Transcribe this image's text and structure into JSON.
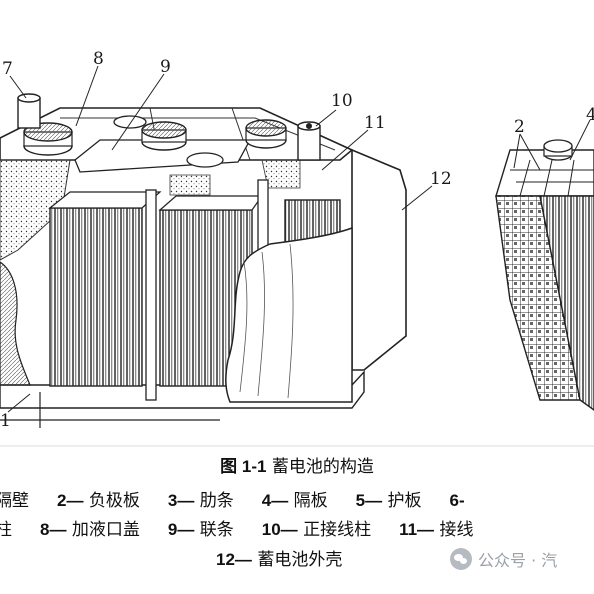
{
  "figure": {
    "callouts": {
      "c2": "2",
      "c4": "4",
      "c7": "7",
      "c8": "8",
      "c9": "9",
      "c10": "10",
      "c11": "11",
      "c12": "12",
      "c1": "1"
    }
  },
  "caption": {
    "fig_no": "图 1-1",
    "title": "蓄电池的构造"
  },
  "legend": {
    "row1": [
      {
        "num": "",
        "label": "板隔壁"
      },
      {
        "num": "2—",
        "label": "负极板"
      },
      {
        "num": "3—",
        "label": "肋条"
      },
      {
        "num": "4—",
        "label": "隔板"
      },
      {
        "num": "5—",
        "label": "护板"
      },
      {
        "num": "6-",
        "label": ""
      }
    ],
    "row2": [
      {
        "num": "",
        "label": "线柱"
      },
      {
        "num": "8—",
        "label": "加液口盖"
      },
      {
        "num": "9—",
        "label": "联条"
      },
      {
        "num": "10—",
        "label": "正接线柱"
      },
      {
        "num": "11—",
        "label": "接线"
      }
    ],
    "row3": [
      {
        "num": "12—",
        "label": "蓄电池外壳"
      }
    ]
  },
  "watermark": {
    "text": "公众号 · 汽",
    "icon": "wechat-icon"
  }
}
